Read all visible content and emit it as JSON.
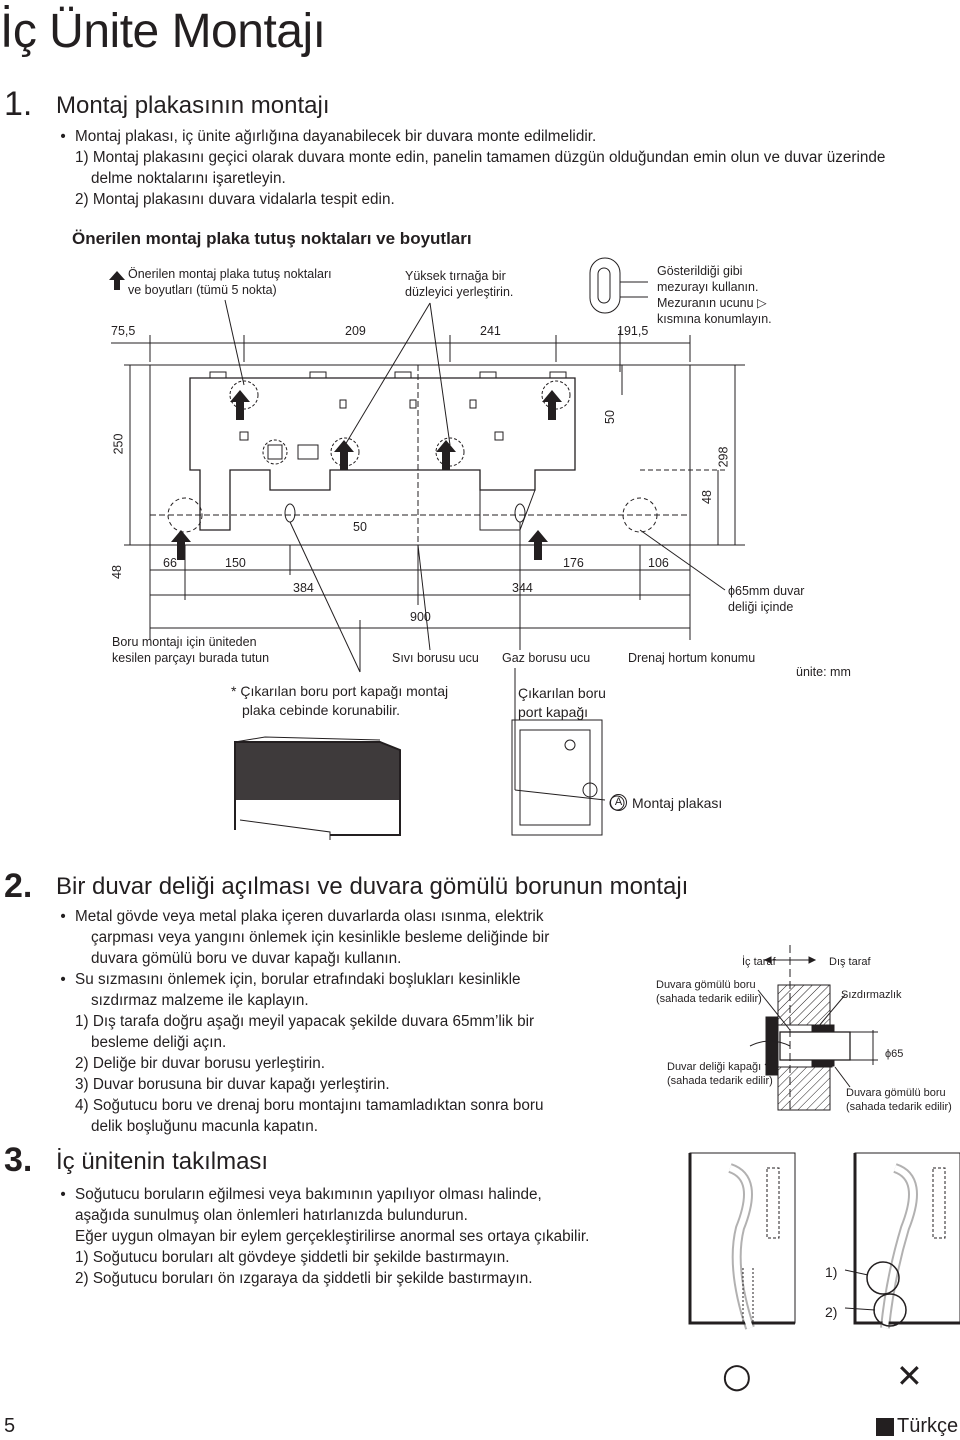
{
  "page_title": "İç Ünite Montajı",
  "section1": {
    "number": "1.",
    "title": "Montaj plakasının montajı",
    "bullet": "Montaj plakası, iç ünite ağırlığına dayanabilecek bir duvara monte edilmelidir.",
    "step1_line1": "1) Montaj plakasını geçici olarak duvara monte edin, panelin tamamen düzgün olduğundan emin olun ve duvar üzerinde",
    "step1_line2": "delme noktalarını işaretleyin.",
    "step2": "2) Montaj plakasını duvara vidalarla tespit edin.",
    "subtitle": "Önerilen montaj plaka tutuş noktaları ve boyutları"
  },
  "diagram1": {
    "note_points_l1": "Önerilen montaj plaka tutuş noktaları",
    "note_points_l2": "ve boyutları (tümü 5 nokta)",
    "note_claw_l1": "Yüksek tırnağa bir",
    "note_claw_l2": "düzleyici yerleştirin.",
    "note_tape_l1": "Gösterildiği gibi",
    "note_tape_l2": "mezurayı kullanın.",
    "note_tape_l3": "Mezuranın ucunu ▷",
    "note_tape_l4": "kısmına konumlayın.",
    "dim_75_5": "75,5",
    "dim_209": "209",
    "dim_241": "241",
    "dim_191_5": "191,5",
    "dim_250": "250",
    "dim_50_right": "50",
    "dim_298": "298",
    "dim_48_right": "48",
    "dim_50_center": "50",
    "dim_48_left": "48",
    "dim_66": "66",
    "dim_150": "150",
    "dim_384": "384",
    "dim_176": "176",
    "dim_344": "344",
    "dim_106": "106",
    "dim_900": "900",
    "hole_note_l1": "ϕ65mm duvar",
    "hole_note_l2": "deliği içinde",
    "label_cut_l1": "Boru montajı için üniteden",
    "label_cut_l2": "kesilen parçayı burada tutun",
    "label_liquid": "Sıvı borusu ucu",
    "label_gas": "Gaz borusu ucu",
    "label_drain": "Drenaj hortum konumu",
    "unit_label": "ünite: mm",
    "star_note_l1": "* Çıkarılan boru port kapağı montaj",
    "star_note_l2": "plaka cebinde korunabilir.",
    "port_cover_l1": "Çıkarılan boru",
    "port_cover_l2": "port kapağı",
    "plate_marker": "A",
    "plate_label": "Montaj plakası"
  },
  "section2": {
    "number": "2.",
    "title": "Bir duvar deliği açılması ve duvara gömülü borunun montajı",
    "b1_l1": "Metal gövde veya metal plaka içeren duvarlarda olası ısınma, elektrik",
    "b1_l2": "çarpması veya yangını önlemek için kesinlikle besleme deliğinde bir",
    "b1_l3": "duvara gömülü boru ve duvar kapağı kullanın.",
    "b2_l1": "Su sızmasını önlemek için, borular etrafındaki boşlukları kesinlikle",
    "b2_l2": "sızdırmaz malzeme ile kaplayın.",
    "s1_l1": "1) Dış tarafa doğru aşağı meyil yapacak şekilde duvara 65mm’lik bir",
    "s1_l2": "besleme deliği açın.",
    "s2": "2) Deliğe bir duvar borusu yerleştirin.",
    "s3": "3) Duvar borusuna bir duvar kapağı yerleştirin.",
    "s4_l1": "4) Soğutucu boru ve drenaj boru montajını tamamladıktan sonra boru",
    "s4_l2": "delik boşluğunu macunla kapatın.",
    "d_inside": "İç taraf",
    "d_outside": "Dış taraf",
    "d_embedded_l1": "Duvara gömülü boru",
    "d_embedded_l2": "(sahada tedarik edilir)",
    "d_sealant": "Sızdırmazlık",
    "d_phi65": "ϕ65",
    "d_cap_l1": "Duvar deliği kapağı",
    "d_cap_l2": "(sahada tedarik edilir)",
    "d_embedded2_l1": "Duvara gömülü boru",
    "d_embedded2_l2": "(sahada tedarik edilir)"
  },
  "section3": {
    "number": "3.",
    "title": "İç ünitenin takılması",
    "b1_l1": "Soğutucu boruların eğilmesi veya bakımının yapılıyor olması halinde,",
    "b1_l2": "aşağıda sunulmuş olan önlemleri hatırlanızda bulundurun.",
    "b1_l3": "Eğer uygun olmayan bir eylem gerçekleştirilirse anormal ses ortaya çıkabilir.",
    "s1": "1) Soğutucu boruları alt gövdeye şiddetli bir şekilde bastırmayın.",
    "s2": "2) Soğutucu boruları ön ızgaraya da şiddetli bir şekilde bastırmayın.",
    "fig_label1": "1)",
    "fig_label2": "2)",
    "ok_symbol": "○",
    "ng_symbol": "✕"
  },
  "footer": {
    "page_number": "5",
    "language": "Türkçe"
  }
}
